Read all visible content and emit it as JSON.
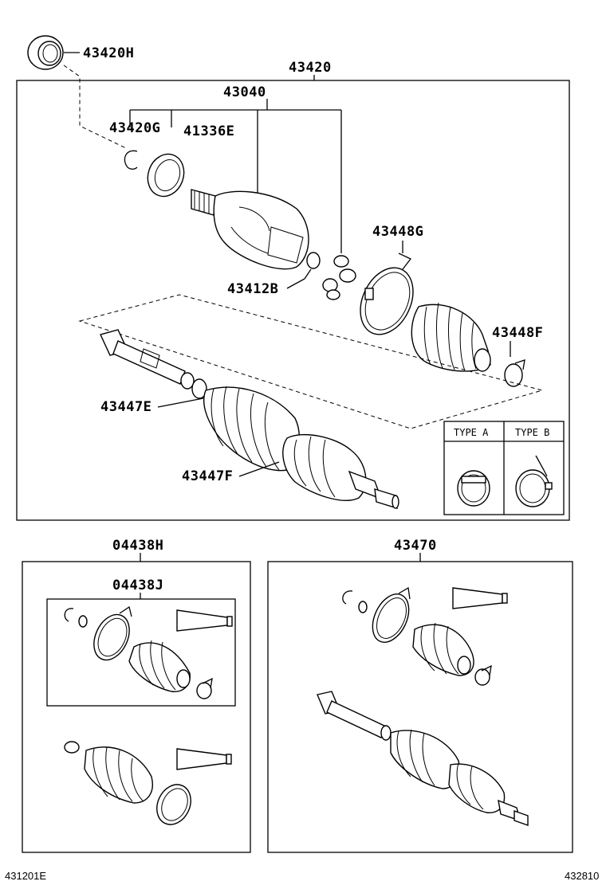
{
  "labels": {
    "p_43420H": "43420H",
    "p_43420": "43420",
    "p_43040": "43040",
    "p_43420G": "43420G",
    "p_41336E": "41336E",
    "p_43448G": "43448G",
    "p_43412B": "43412B",
    "p_43448F": "43448F",
    "p_43447E": "43447E",
    "p_43447F": "43447F",
    "p_04438H": "04438H",
    "p_04438J": "04438J",
    "p_43470": "43470"
  },
  "type_box": {
    "type_a": "TYPE A",
    "type_b": "TYPE B"
  },
  "footer": {
    "left_code": "431201E",
    "right_code": "432810"
  }
}
